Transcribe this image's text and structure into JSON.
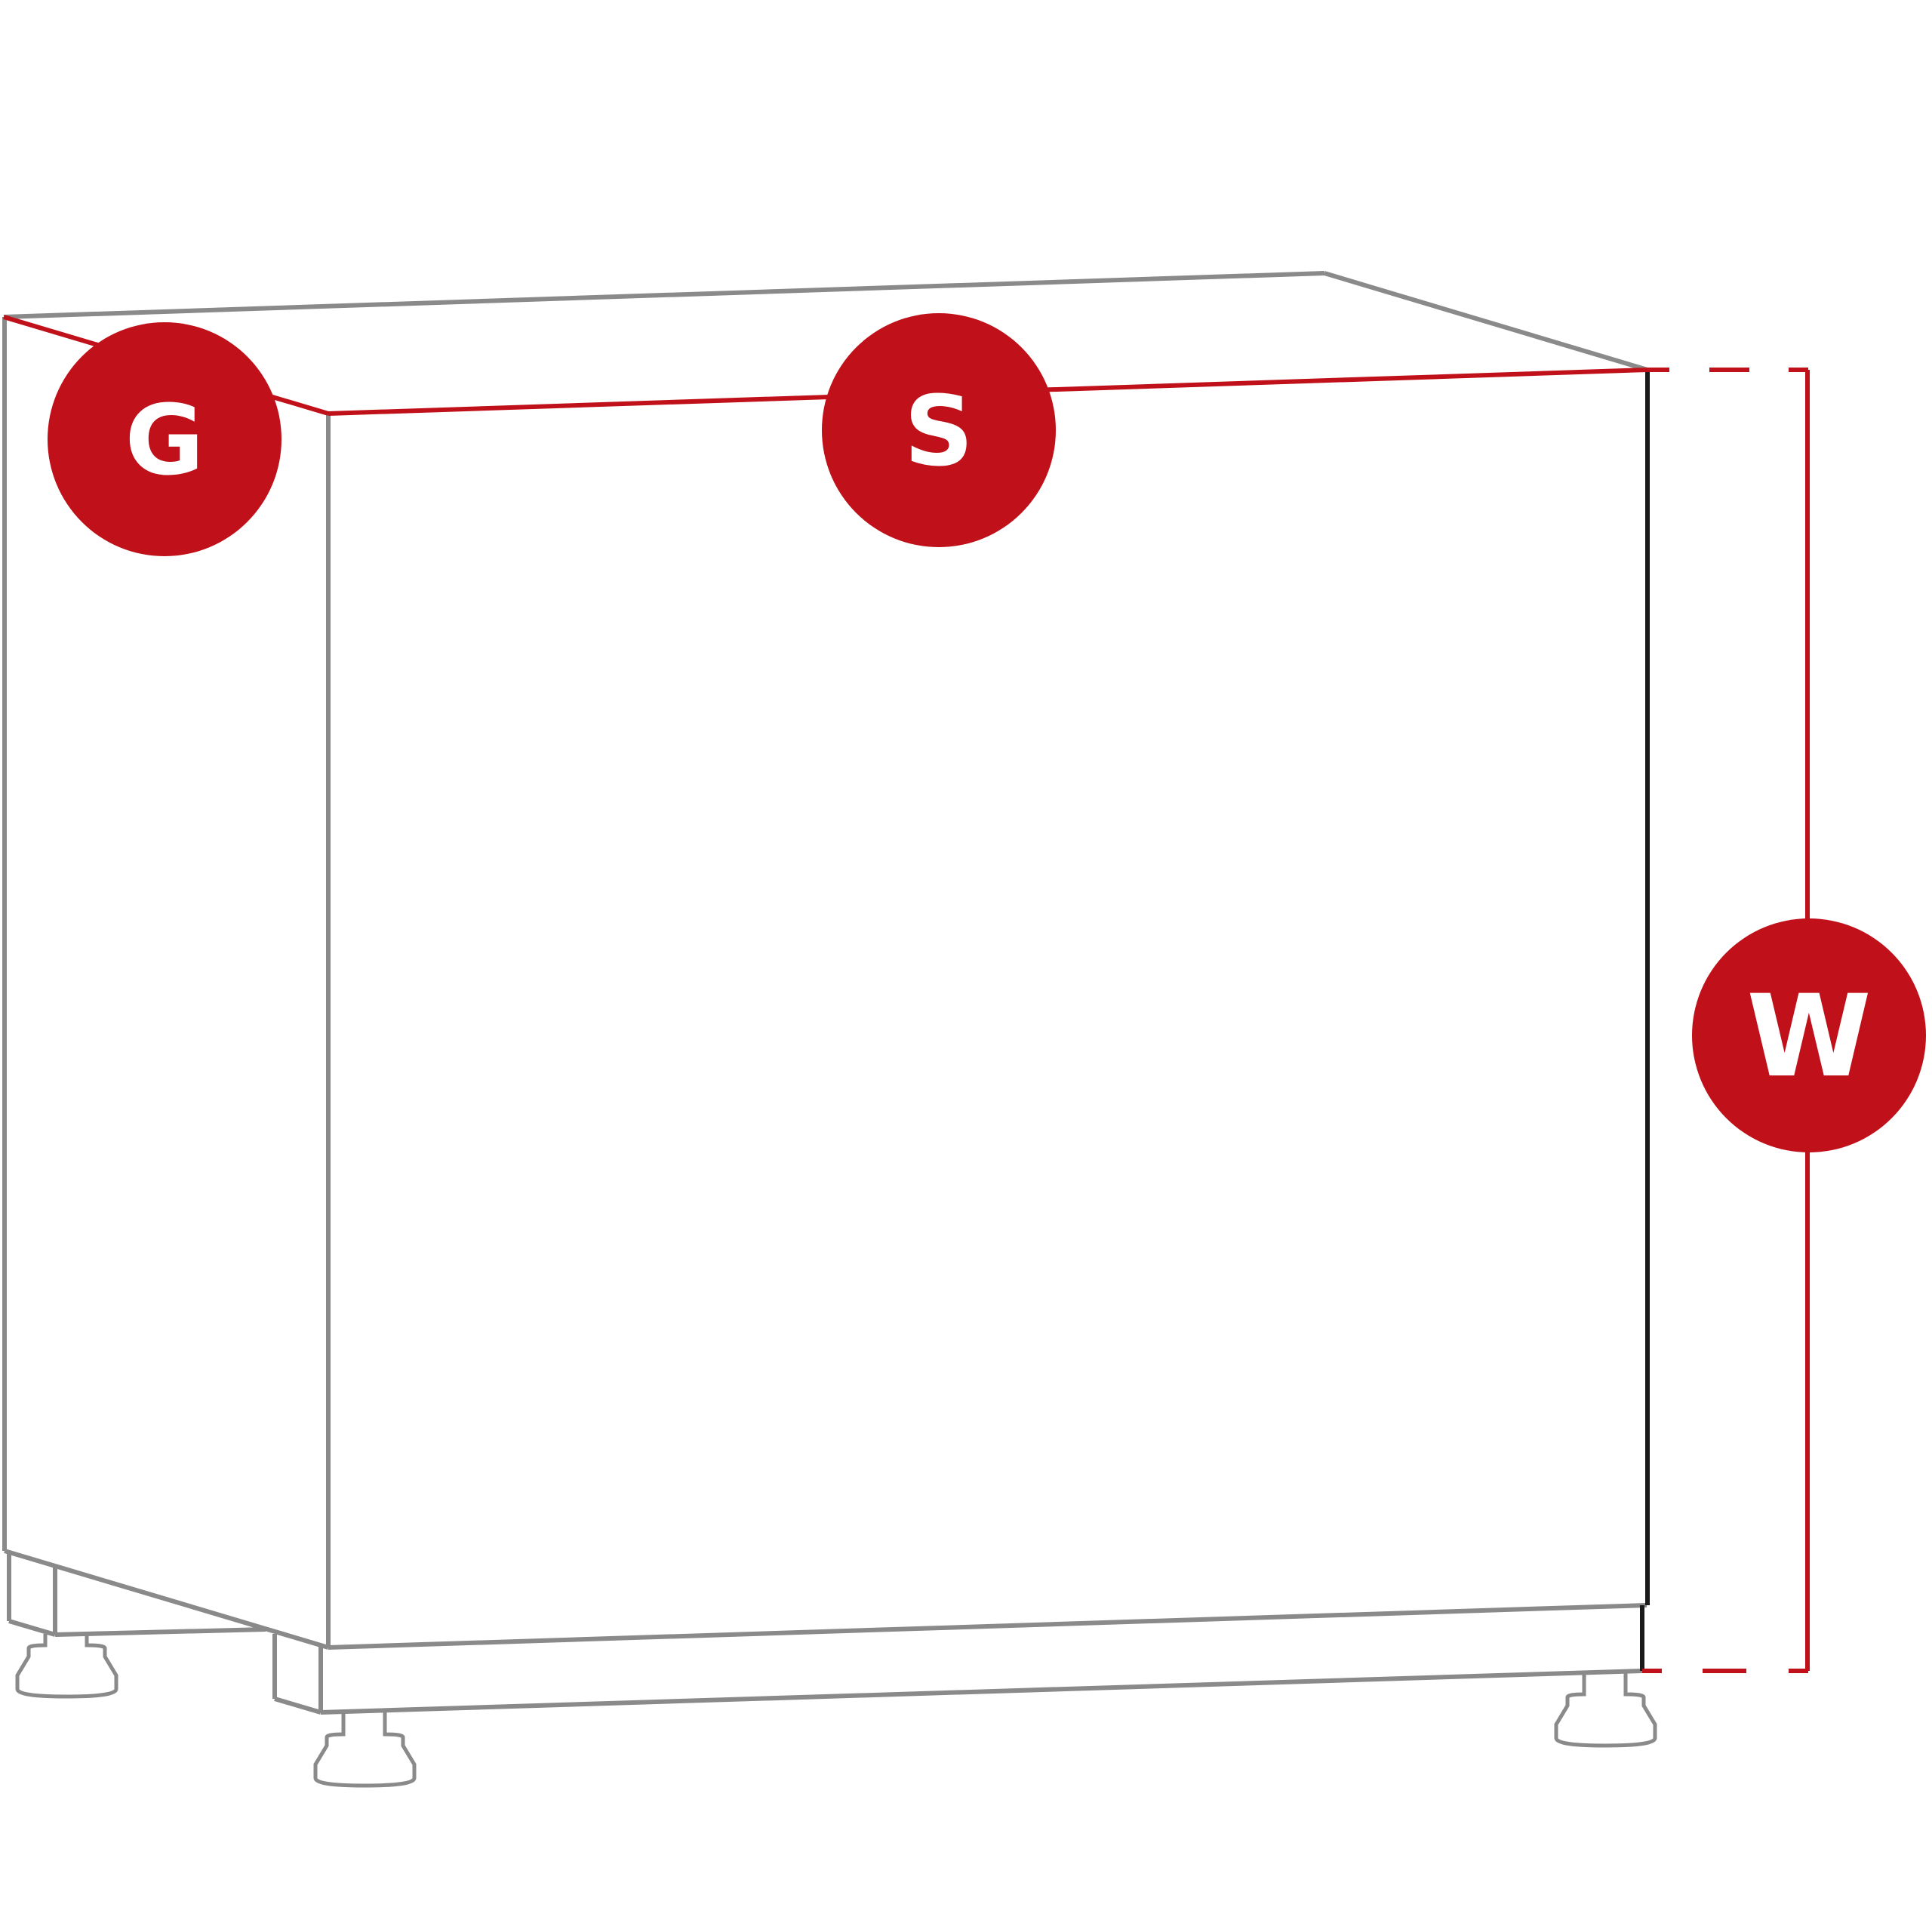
{
  "colors": {
    "accent": "#c0111a",
    "outline": "#8a8a8a",
    "edge": "#1a1a1a",
    "badge_text": "#ffffff",
    "background": "#ffffff"
  },
  "badges": {
    "depth": {
      "letter": "G"
    },
    "width": {
      "letter": "S"
    },
    "height": {
      "letter": "W"
    }
  }
}
